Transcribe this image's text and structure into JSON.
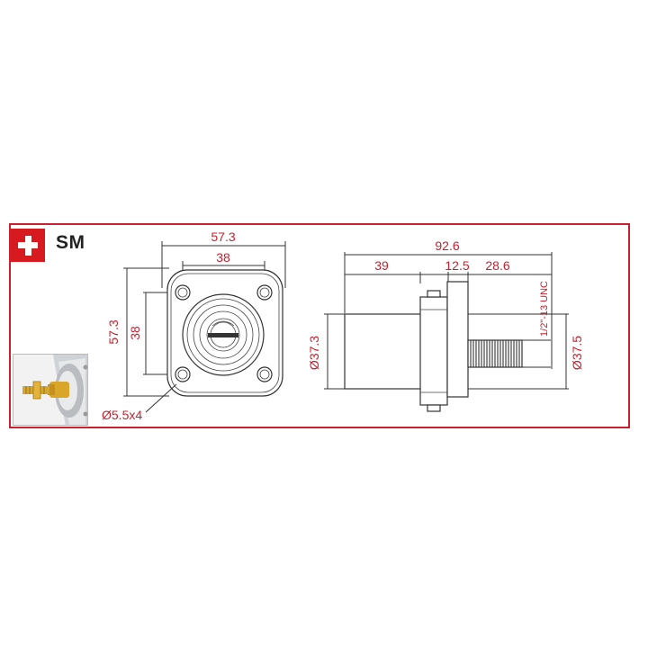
{
  "model": "SM",
  "colors": {
    "accent": "#c8202e",
    "badge": "#d71920"
  },
  "icons": {
    "badge": "swiss-cross-icon"
  },
  "front_view": {
    "width_outer": "57.3",
    "width_holes": "38",
    "height_outer": "57.3",
    "height_holes": "38",
    "holes": "Ø5.5x4"
  },
  "side_view": {
    "length_total": "92.6",
    "length_body": "39",
    "flange": "12.5",
    "thread_length": "28.6",
    "thread_spec": "1/2\"-13 UNC",
    "diameter_body": "Ø37.3",
    "diameter_rear": "Ø37.5"
  }
}
